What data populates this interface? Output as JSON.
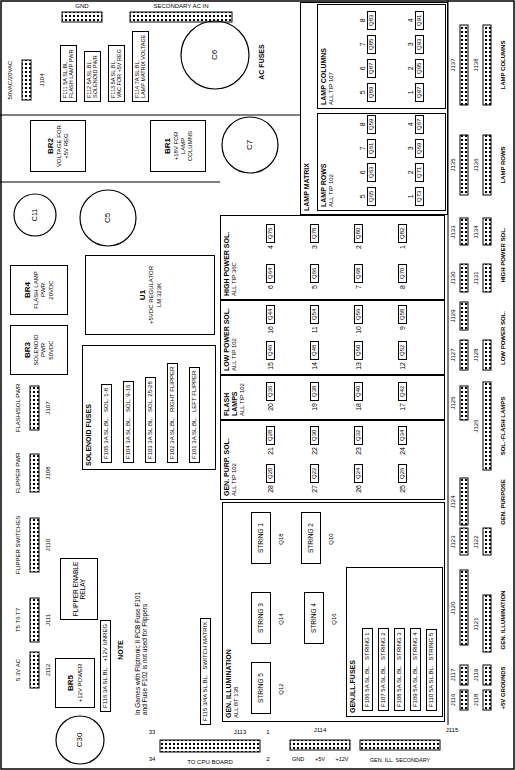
{
  "diagram": {
    "nodes": [
      {
        "text": [
          "F111 5A SL.BL.",
          "FLASH LAMP PWR"
        ]
      },
      {
        "text": [
          "F112 5A SL.BL.",
          "SOLENOID PWR"
        ]
      },
      {
        "text": [
          "F113 5A SL.BL.",
          "VAC FOR +5V REG"
        ]
      },
      {
        "text": [
          "F114 7A SL.BL.",
          "LAMP MATRIX VOLTAGE"
        ]
      },
      {
        "text": [
          "BR2",
          "VOLTAGE FOR +5V REG"
        ]
      },
      {
        "text": [
          "BR1",
          "+18V FOR LAMP COLUMNS"
        ]
      },
      {
        "text": [
          "U1",
          "+5VDC REGULATOR",
          "LM 323K"
        ]
      },
      {
        "text": [
          "BR4",
          "FLASH LAMP PWR",
          "20VDC"
        ]
      },
      {
        "text": [
          "BR3",
          "SOLENOID PWR",
          "50VDC"
        ]
      },
      {
        "text": [
          "SOLENOID FUSES"
        ]
      },
      {
        "text": [
          "F105 3A SL.BL.",
          "SOL. 1-8"
        ],
        "in": 9
      },
      {
        "text": [
          "F104 3A SL.BL.",
          "SOL. 9-16"
        ],
        "in": 9
      },
      {
        "text": [
          "F103 3A SL.BL.",
          "SOL. 25-28"
        ],
        "in": 9
      },
      {
        "text": [
          "F102 3A SL.BL.",
          "RIGHT FLIPPER"
        ],
        "in": 9
      },
      {
        "text": [
          "F101 3A SL.BL.",
          "LEFT FLIPPER"
        ],
        "in": 9
      },
      {
        "text": [
          "FLIPPER ENABLE RELAY"
        ]
      },
      {
        "text": [
          "BR5",
          "+12V POWER"
        ]
      },
      {
        "text": [
          "F116 3A SL.BL.",
          "+12V UNREG"
        ]
      },
      {
        "text": [
          "F115 3/4A SL.BL.",
          "SWITCH MATRIX"
        ]
      },
      {
        "text": [
          "GEN. ILLUMINATION",
          "ALL BT 138"
        ]
      },
      {
        "text": [
          "STRING 1"
        ],
        "in": 19
      },
      {
        "text": [
          "STRING 2"
        ],
        "in": 19
      },
      {
        "text": [
          "STRING 3"
        ],
        "in": 19
      },
      {
        "text": [
          "STRING 4"
        ],
        "in": 19
      },
      {
        "text": [
          "STRING 5"
        ],
        "in": 19
      },
      {
        "text": [
          "GEN.ILL.FUSES"
        ],
        "in": 19
      },
      {
        "text": [
          "F106 5A SL.BL.",
          "STRING 1"
        ],
        "in": 25
      },
      {
        "text": [
          "F107 5A SL.BL.",
          "STRING 2"
        ],
        "in": 25
      },
      {
        "text": [
          "F108 5A SL.BL.",
          "STRING 3"
        ],
        "in": 25
      },
      {
        "text": [
          "F109 5A SL.BL.",
          "STRING 4"
        ],
        "in": 25
      },
      {
        "text": [
          "F110 5A SL.BL.",
          "STRING 5"
        ],
        "in": 25
      },
      {
        "text": [
          "HIGH POWER SOL.",
          "ALL TIP 36C"
        ]
      },
      {
        "text": [
          "4",
          "Q76"
        ],
        "in": 31
      },
      {
        "text": [
          "3",
          "Q78"
        ],
        "in": 31
      },
      {
        "text": [
          "2",
          "Q80"
        ],
        "in": 31
      },
      {
        "text": [
          "1",
          "Q82"
        ],
        "in": 31
      },
      {
        "text": [
          "6",
          "Q64"
        ],
        "in": 31
      },
      {
        "text": [
          "5",
          "Q66"
        ],
        "in": 31
      },
      {
        "text": [
          "7",
          "Q68"
        ],
        "in": 31
      },
      {
        "text": [
          "8",
          "Q70"
        ],
        "in": 31
      },
      {
        "text": [
          "LOW POWER SOL.",
          "ALL TIP 102"
        ]
      },
      {
        "text": [
          "16",
          "Q44"
        ],
        "in": 40
      },
      {
        "text": [
          "11",
          "Q54"
        ],
        "in": 40
      },
      {
        "text": [
          "10",
          "Q56"
        ],
        "in": 40
      },
      {
        "text": [
          "9",
          "Q58"
        ],
        "in": 40
      },
      {
        "text": [
          "15",
          "Q46"
        ],
        "in": 40
      },
      {
        "text": [
          "14",
          "Q48"
        ],
        "in": 40
      },
      {
        "text": [
          "13",
          "Q50"
        ],
        "in": 40
      },
      {
        "text": [
          "12",
          "Q52"
        ],
        "in": 40
      },
      {
        "text": [
          "FLASH LAMPS",
          "ALL TIP 102"
        ]
      },
      {
        "text": [
          "20",
          "Q36"
        ],
        "in": 49
      },
      {
        "text": [
          "19",
          "Q38"
        ],
        "in": 49
      },
      {
        "text": [
          "18",
          "Q40"
        ],
        "in": 49
      },
      {
        "text": [
          "17",
          "Q42"
        ],
        "in": 49
      },
      {
        "text": [
          "GEN. PURP. SOL.",
          "ALL TIP 102"
        ]
      },
      {
        "text": [
          "21",
          "Q28"
        ],
        "in": 54
      },
      {
        "text": [
          "22",
          "Q30"
        ],
        "in": 54
      },
      {
        "text": [
          "23",
          "Q32"
        ],
        "in": 54
      },
      {
        "text": [
          "24",
          "Q34"
        ],
        "in": 54
      },
      {
        "text": [
          "28",
          "Q20"
        ],
        "in": 54
      },
      {
        "text": [
          "27",
          "Q22"
        ],
        "in": 54
      },
      {
        "text": [
          "26",
          "Q24"
        ],
        "in": 54
      },
      {
        "text": [
          "25",
          "Q26"
        ],
        "in": 54
      },
      {
        "text": [
          "LAMP MATRIX"
        ]
      },
      {
        "text": [
          "LAMP ROWS",
          "ALL TIP 102"
        ],
        "in": 63
      },
      {
        "text": [
          "5",
          "Q65"
        ],
        "in": 64
      },
      {
        "text": [
          "6",
          "Q63"
        ],
        "in": 64
      },
      {
        "text": [
          "7",
          "Q61"
        ],
        "in": 64
      },
      {
        "text": [
          "8",
          "Q59"
        ],
        "in": 64
      },
      {
        "text": [
          "1",
          "Q73"
        ],
        "in": 64
      },
      {
        "text": [
          "2",
          "Q71"
        ],
        "in": 64
      },
      {
        "text": [
          "3",
          "Q69"
        ],
        "in": 64
      },
      {
        "text": [
          "4",
          "Q67"
        ],
        "in": 64
      },
      {
        "text": [
          "LAMP COLUMNS",
          "ALL TIP 107"
        ],
        "in": 63
      },
      {
        "text": [
          "5",
          "Q89"
        ],
        "in": 73
      },
      {
        "text": [
          "6",
          "Q87"
        ],
        "in": 73
      },
      {
        "text": [
          "7",
          "Q85"
        ],
        "in": 73
      },
      {
        "text": [
          "8",
          "Q83"
        ],
        "in": 73
      },
      {
        "text": [
          "1",
          "Q97"
        ],
        "in": 73
      },
      {
        "text": [
          "2",
          "Q95"
        ],
        "in": 73
      },
      {
        "text": [
          "3",
          "Q93"
        ],
        "in": 73
      },
      {
        "text": [
          "4",
          "Q91"
        ],
        "in": 73
      }
    ],
    "labels": [
      "GND",
      "SECONDARY AC IN",
      "50VAC/20VAC",
      "J104",
      "AC FUSES",
      "C6",
      "C7",
      "C11",
      "C5",
      "FLASH/SOL PWR",
      "J107",
      "FLIPPER PWR",
      "J108",
      "FLIPPER SWITCHES",
      "J110",
      "T5 T6 T7",
      "J111",
      "5.3V AC",
      "J112",
      "C30",
      "NOTE",
      "In Games with Fliptronic II PCB Fuse F101 and Fuse F102 is not used for Flippers",
      "J113",
      "33",
      "34",
      "1",
      "2",
      "TO CPU BOARD",
      "J114",
      "GND",
      "+5V",
      "+12V",
      "J115",
      "GEN. ILL. SECONDARY",
      "Q18",
      "Q10",
      "Q14",
      "Q16",
      "Q12",
      "J137",
      "J138",
      "LAMP COLUMNS",
      "J135",
      "J136",
      "LAMP ROWS",
      "J133",
      "J130",
      "J134",
      "J131",
      "HIGH POWER SOL.",
      "J127",
      "J129",
      "J128",
      "LOW POWER SOL.",
      "J125",
      "J126",
      "SOL.-FLASH LAMPS",
      "J124",
      "GEN. PURPOSE",
      "J123",
      "J122",
      "J120",
      "J121",
      "GEN. ILLUMINATION",
      "J116",
      "J117",
      "J118",
      "J119",
      "+5V GROUNDS"
    ]
  }
}
